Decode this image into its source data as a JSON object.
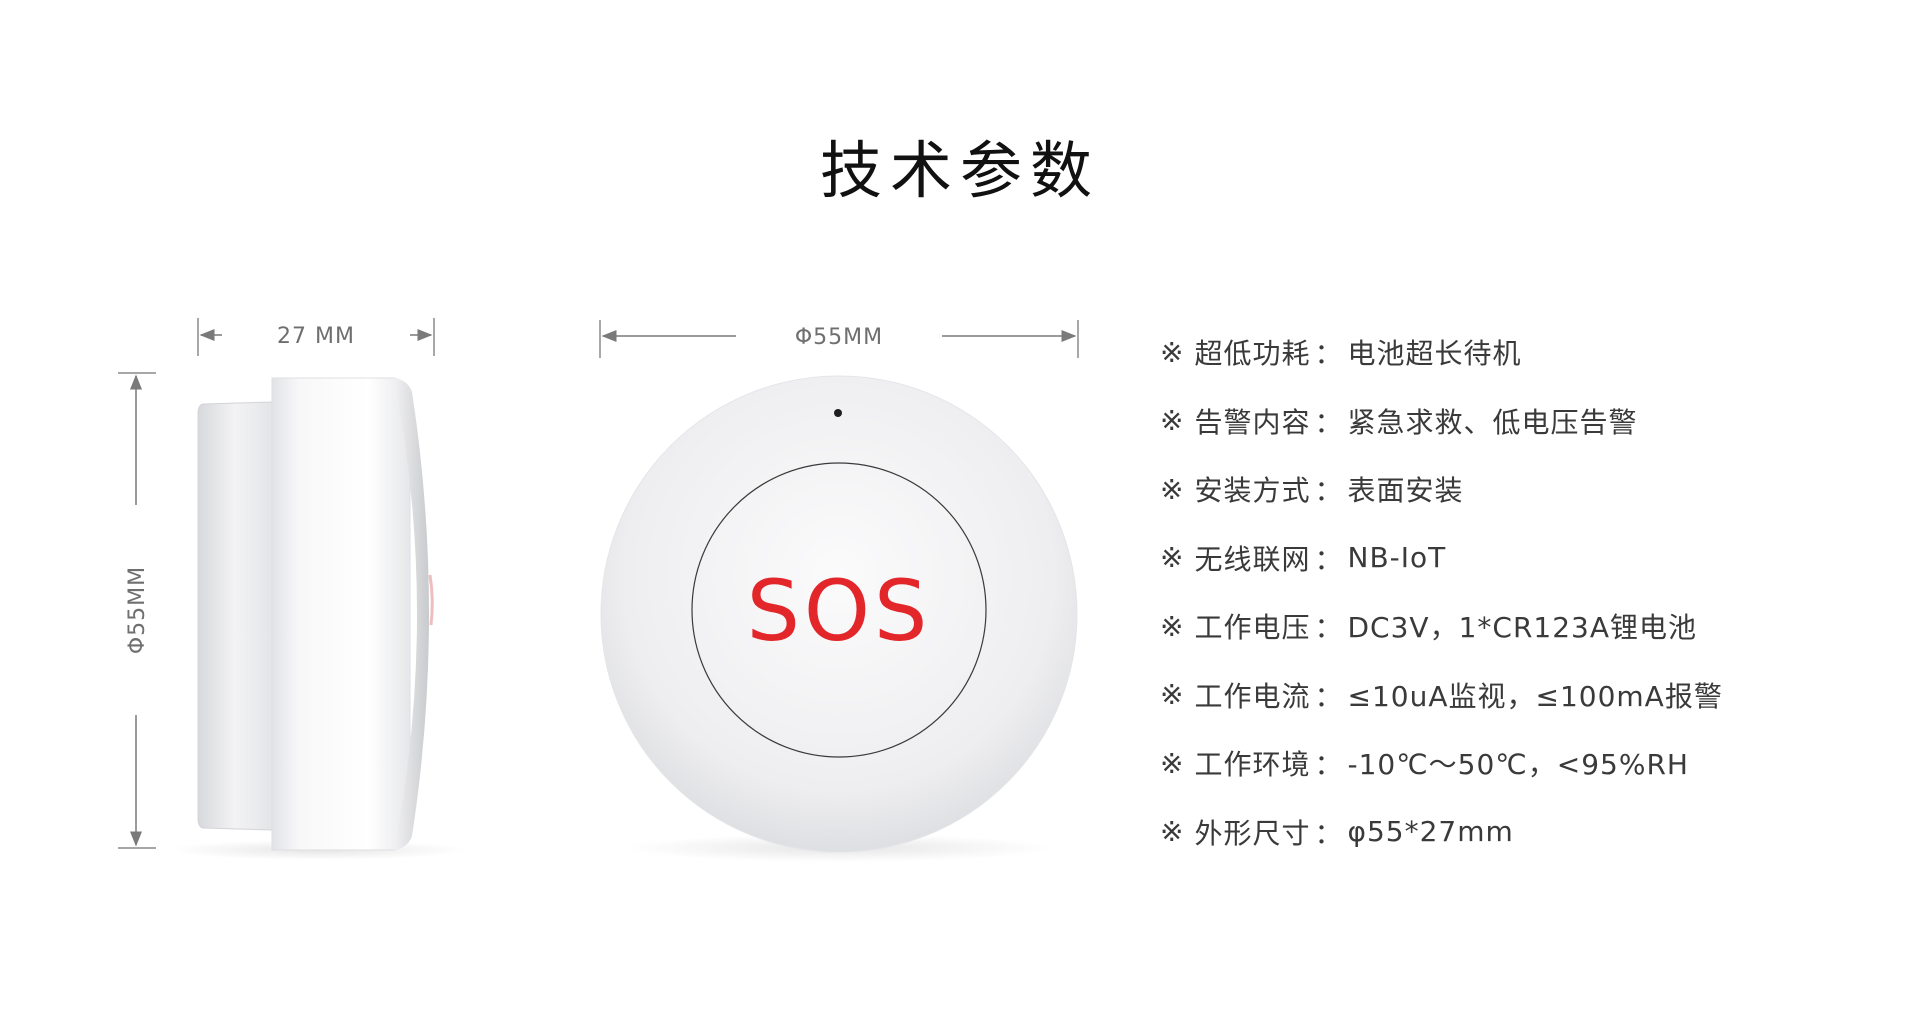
{
  "header": {
    "title": "技术参数"
  },
  "dimensions": {
    "side_width": "27 MM",
    "front_diameter": "Φ55MM",
    "side_height": "Φ55MM"
  },
  "button": {
    "label": "SOS",
    "label_color": "#e2262a"
  },
  "specs": {
    "marker": "※",
    "separator": "：",
    "items": [
      {
        "label": "超低功耗",
        "value": "电池超长待机"
      },
      {
        "label": "告警内容",
        "value": "紧急求救、低电压告警"
      },
      {
        "label": "安装方式",
        "value": "表面安装"
      },
      {
        "label": "无线联网",
        "value": "NB-IoT"
      },
      {
        "label": "工作电压",
        "value": "DC3V，1*CR123A锂电池"
      },
      {
        "label": "工作电流",
        "value": "≤10uA监视，≤100mA报警"
      },
      {
        "label": "工作环境",
        "value": "-10℃～50℃，<95%RH"
      },
      {
        "label": "外形尺寸",
        "value": "φ55*27mm"
      }
    ]
  }
}
